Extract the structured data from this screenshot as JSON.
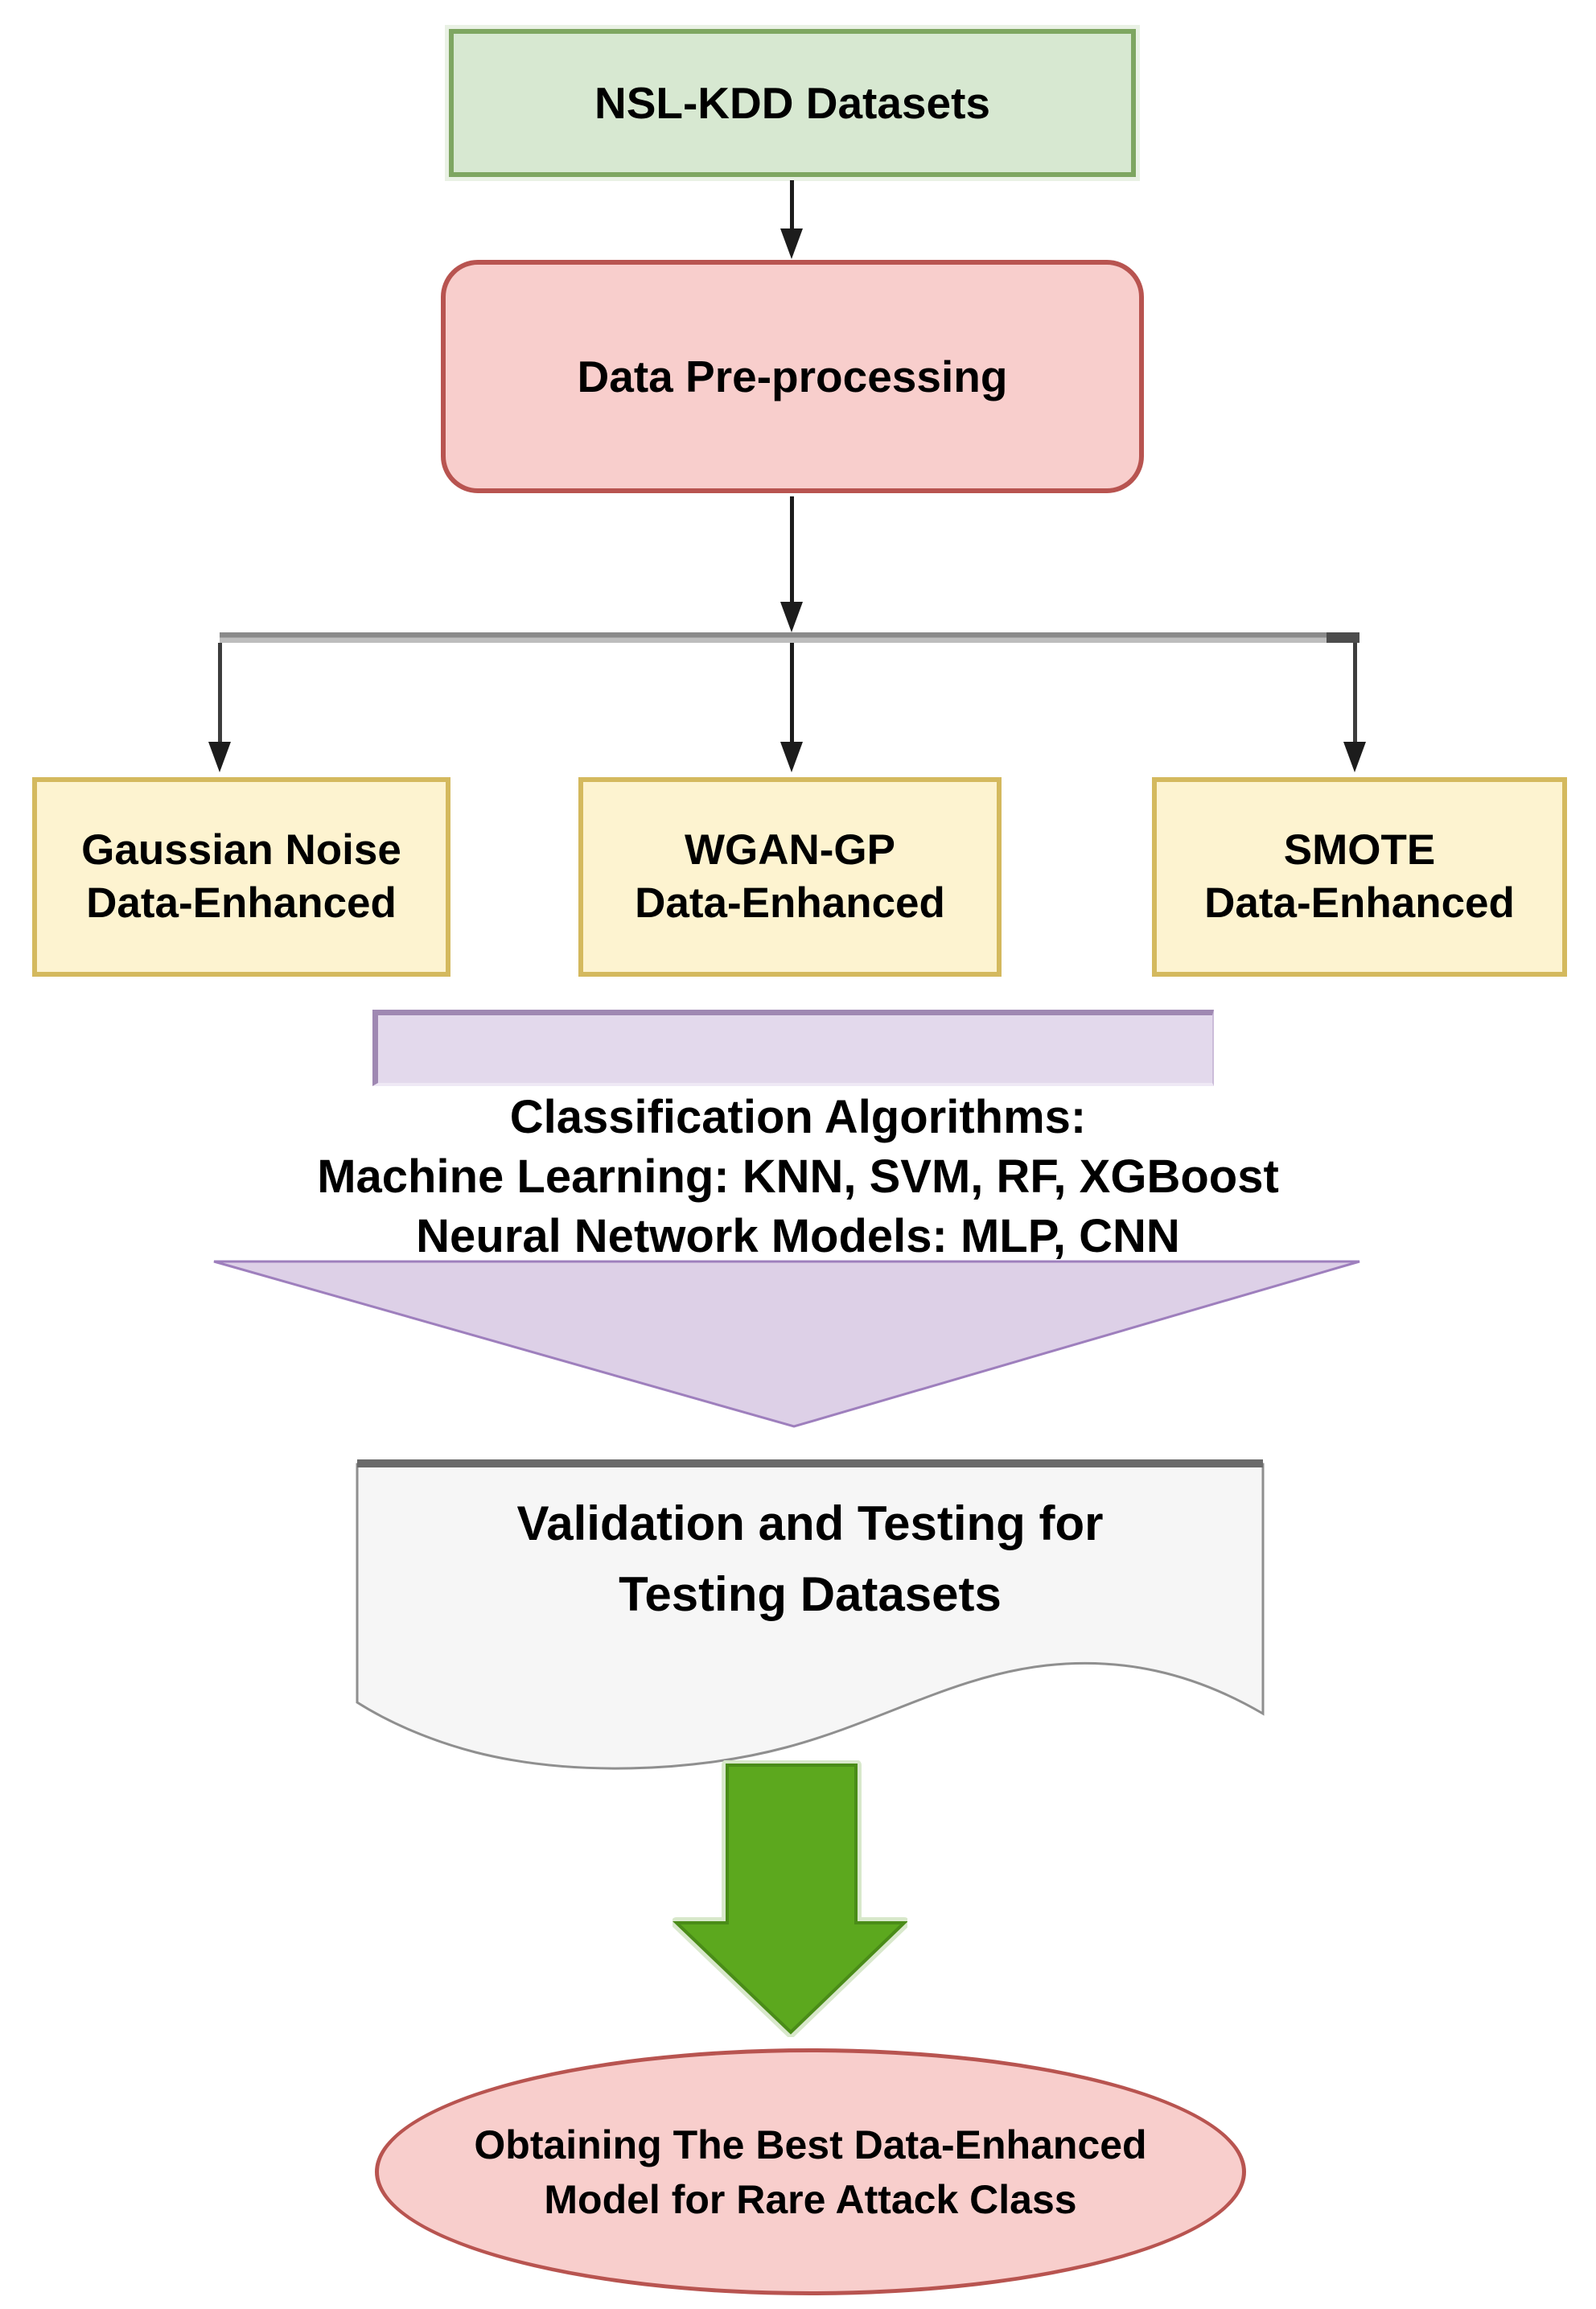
{
  "nodes": {
    "datasets": {
      "label": "NSL-KDD Datasets",
      "fill": "#d7e8d1",
      "stroke": "#7ea661"
    },
    "preprocessing": {
      "label": "Data Pre-processing",
      "fill": "#f8cecc",
      "stroke": "#b85450"
    },
    "gaussian": {
      "lines": [
        "Gaussian Noise",
        "Data-Enhanced"
      ],
      "fill": "#fdf3d0",
      "stroke": "#d4b95e"
    },
    "wgan": {
      "lines": [
        "WGAN-GP",
        "Data-Enhanced"
      ],
      "fill": "#fdf3d0",
      "stroke": "#d4b95e"
    },
    "smote": {
      "lines": [
        "SMOTE",
        "Data-Enhanced"
      ],
      "fill": "#fdf3d0",
      "stroke": "#d4b95e"
    },
    "classification": {
      "lines": [
        "Classification Algorithms:",
        "Machine Learning: KNN, SVM, RF, XGBoost",
        "Neural Network Models: MLP, CNN"
      ],
      "fill": "#e3d9ec",
      "stroke": "#9e7fbd"
    },
    "validation": {
      "lines": [
        "Validation and Testing for",
        "Testing Datasets"
      ],
      "fill": "#f6f6f6",
      "stroke": "#8f8f8f"
    },
    "result": {
      "lines": [
        "Obtaining The Best Data-Enhanced",
        "Model for Rare Attack Class"
      ],
      "fill": "#f8cecc",
      "stroke": "#b85450"
    }
  },
  "edges": [
    {
      "from": "datasets",
      "to": "preprocessing"
    },
    {
      "from": "preprocessing",
      "to": "gaussian"
    },
    {
      "from": "preprocessing",
      "to": "wgan"
    },
    {
      "from": "preprocessing",
      "to": "smote"
    },
    {
      "from": "classification",
      "to": "validation"
    },
    {
      "from": "validation",
      "to": "result"
    }
  ],
  "palette": {
    "connector_line": "#1c1c1c",
    "branch_bar_top": "#8a8a8a",
    "branch_bar_bottom": "#bdbdbd",
    "branch_bar_cap": "#4c4c4c",
    "big_arrow_fill": "#5ca81e",
    "big_arrow_stroke": "#4a8c18",
    "background": "#ffffff",
    "text": "#000000"
  }
}
